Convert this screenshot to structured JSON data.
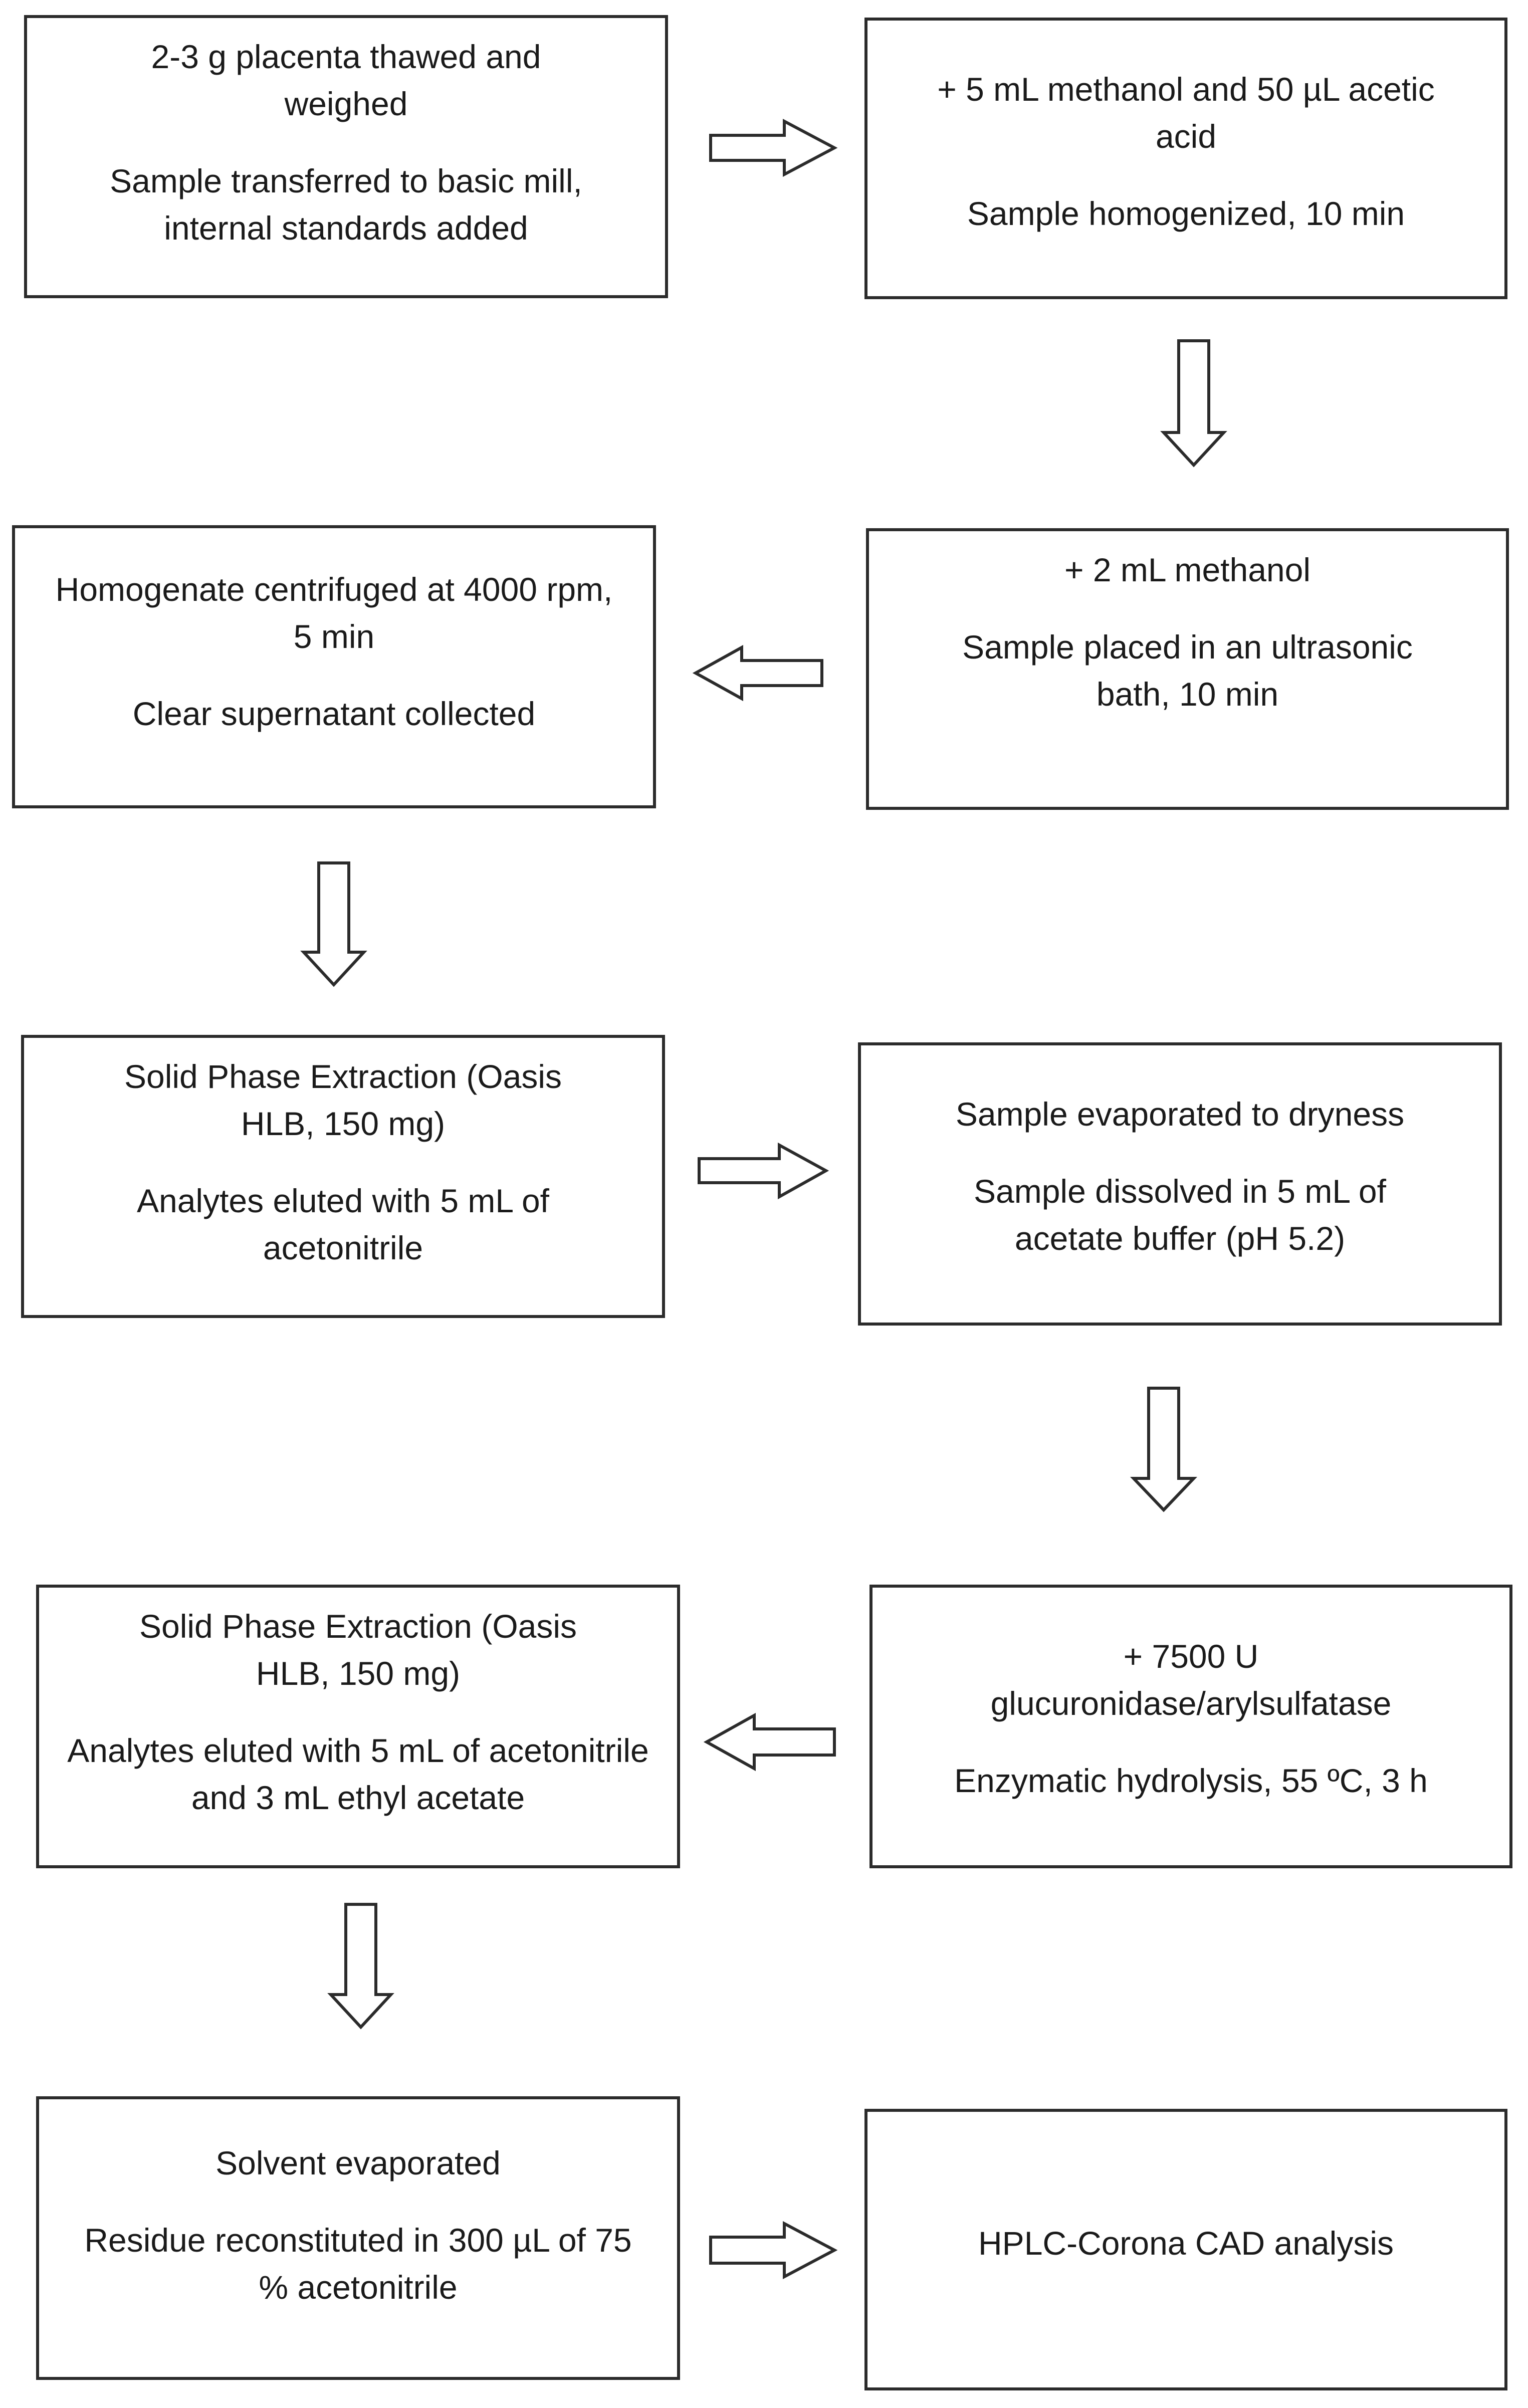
{
  "steps": [
    {
      "lines": [
        "2-3 g placenta thawed and weighed",
        "Sample transferred to basic mill, internal standards added"
      ]
    },
    {
      "lines": [
        "+ 5 mL methanol and 50 µL acetic acid",
        "Sample homogenized, 10 min"
      ]
    },
    {
      "lines": [
        "+ 2 mL methanol",
        "Sample placed in an ultrasonic bath, 10 min"
      ]
    },
    {
      "lines": [
        "Homogenate centrifuged at 4000 rpm, 5 min",
        "Clear supernatant collected"
      ]
    },
    {
      "lines": [
        "Solid Phase Extraction (Oasis HLB, 150 mg)",
        "Analytes eluted with 5 mL of acetonitrile"
      ]
    },
    {
      "lines": [
        "Sample evaporated to dryness",
        "Sample dissolved in 5 mL of acetate buffer (pH 5.2)"
      ]
    },
    {
      "lines": [
        "+ 7500 U glucuronidase/arylsulfatase",
        "Enzymatic hydrolysis, 55 ºC, 3 h"
      ]
    },
    {
      "lines": [
        "Solid Phase Extraction (Oasis HLB, 150 mg)",
        "Analytes eluted with 5 mL of acetonitrile and 3 mL ethyl acetate"
      ]
    },
    {
      "lines": [
        "Solvent evaporated",
        "Residue reconstituted in 300 µL of 75 % acetonitrile"
      ]
    },
    {
      "lines": [
        "HPLC-Corona CAD analysis"
      ]
    }
  ]
}
